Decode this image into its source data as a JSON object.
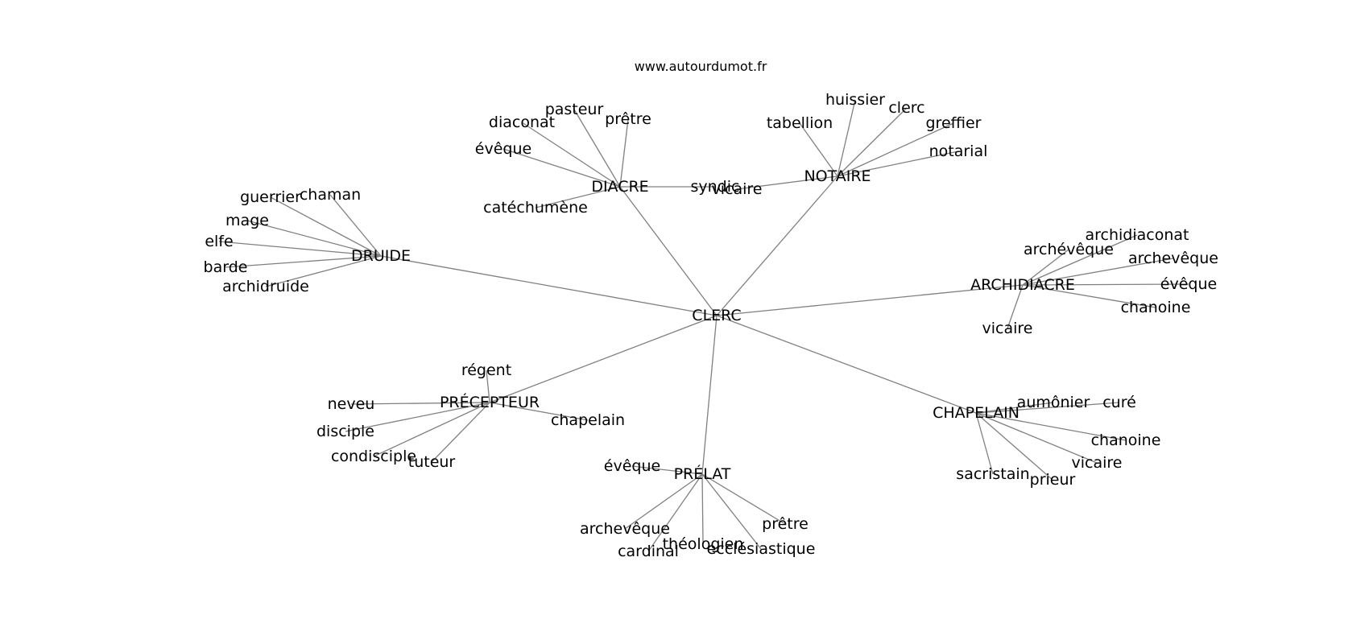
{
  "source_text": "www.autourdumot.fr",
  "center": "CLERC",
  "clusters": [
    {
      "hub": "DIACRE",
      "leaves": [
        "pasteur",
        "diaconat",
        "prêtre",
        "évêque",
        "catéchumène",
        "syndic"
      ]
    },
    {
      "hub": "NOTAIRE",
      "leaves": [
        "huissier",
        "clerc",
        "tabellion",
        "greffier",
        "notarial",
        "vicaire"
      ]
    },
    {
      "hub": "DRUIDE",
      "leaves": [
        "guerrier",
        "chaman",
        "mage",
        "elfe",
        "barde",
        "archidruide"
      ]
    },
    {
      "hub": "ARCHIDIACRE",
      "leaves": [
        "archidiaconat",
        "archévêque",
        "archevêque",
        "évêque",
        "chanoine",
        "vicaire"
      ]
    },
    {
      "hub": "PRÉCEPTEUR",
      "leaves": [
        "régent",
        "neveu",
        "chapelain",
        "disciple",
        "condisciple",
        "tuteur"
      ]
    },
    {
      "hub": "CHAPELAIN",
      "leaves": [
        "aumônier",
        "curé",
        "chanoine",
        "vicaire",
        "sacristain",
        "prieur"
      ]
    },
    {
      "hub": "PRÉLAT",
      "leaves": [
        "évêque",
        "prêtre",
        "archevêque",
        "théologien",
        "cardinal",
        "ecclésiastique"
      ]
    }
  ]
}
